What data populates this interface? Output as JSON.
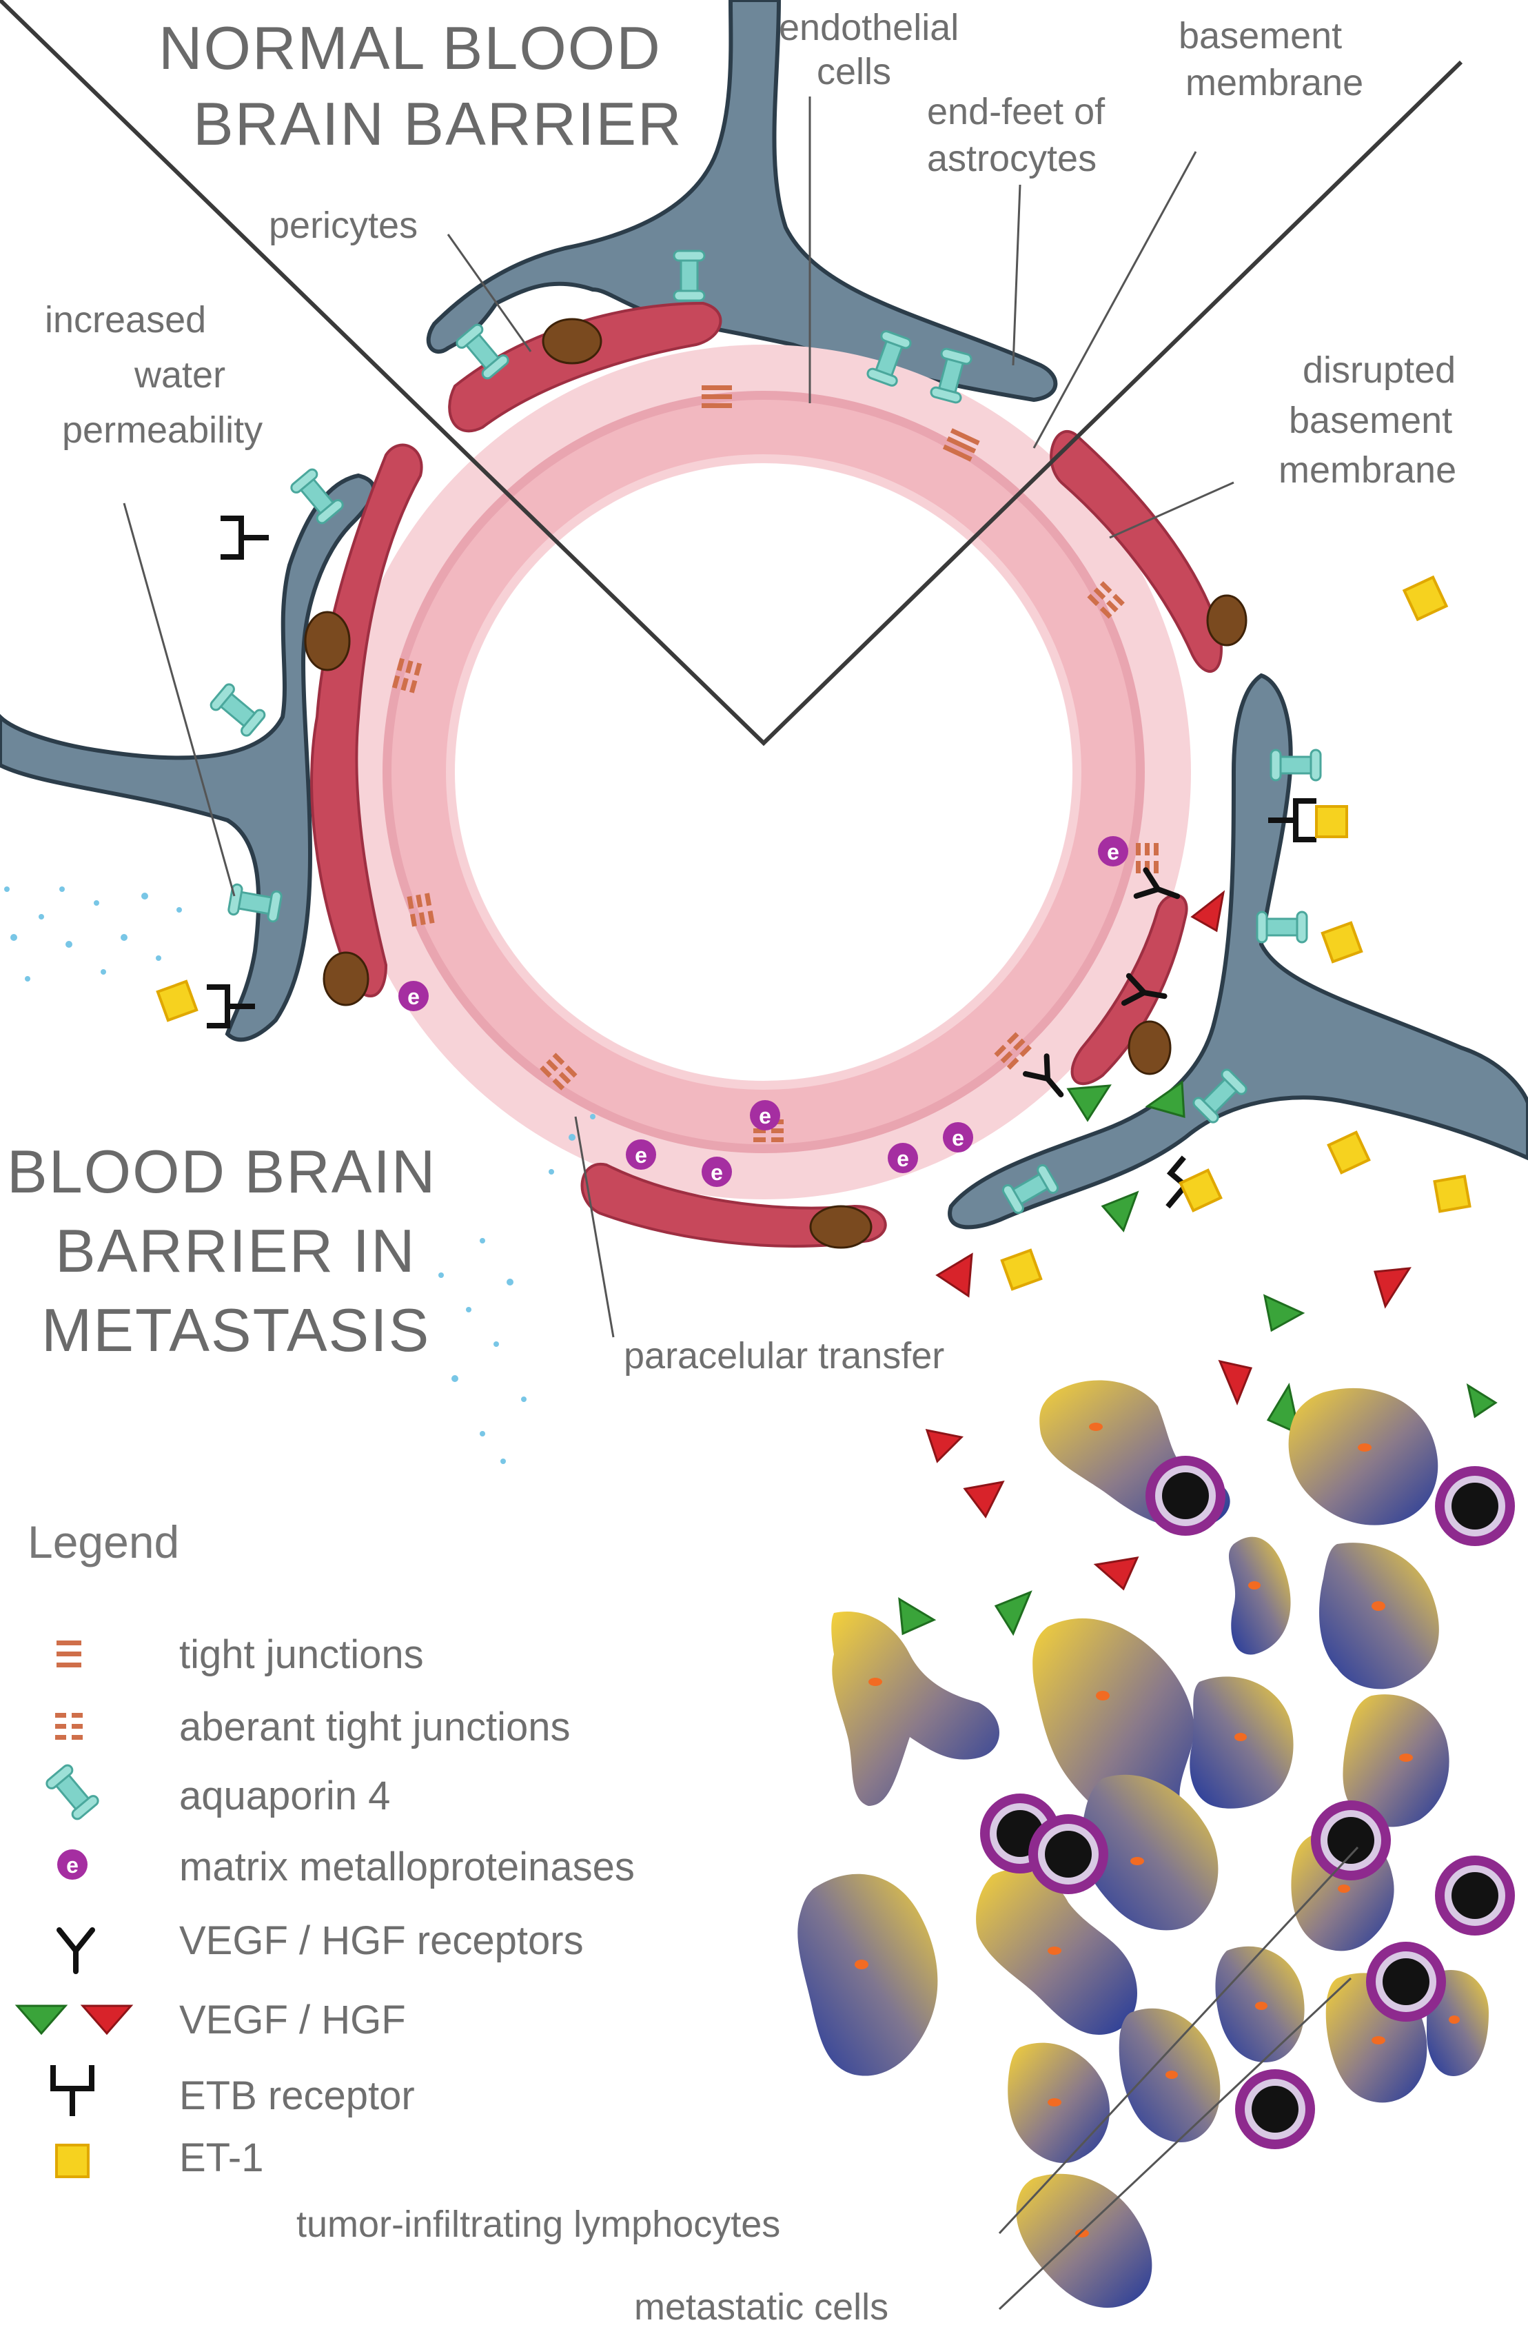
{
  "titles": {
    "normal_line1": "NORMAL BLOOD",
    "normal_line2": "BRAIN BARRIER",
    "meta_line1": "BLOOD BRAIN",
    "meta_line2": "BARRIER IN",
    "meta_line3": "METASTASIS"
  },
  "labels": {
    "endothelial_1": "endothelial",
    "endothelial_2": "cells",
    "basement_1": "basement",
    "basement_2": "membrane",
    "endfeet_1": "end-feet of",
    "endfeet_2": "astrocytes",
    "pericytes": "pericytes",
    "water_1": "increased",
    "water_2": "water",
    "water_3": "permeability",
    "disrupted_1": "disrupted",
    "disrupted_2": "basement",
    "disrupted_3": "membrane",
    "paracellular": "paracelular transfer",
    "til": "tumor-infiltrating lymphocytes",
    "metastatic": "metastatic cells"
  },
  "legend": {
    "heading": "Legend",
    "items": [
      {
        "icon": "tight-junction-icon",
        "label": "tight junctions"
      },
      {
        "icon": "aberrant-tight-junction-icon",
        "label": "aberant tight junctions"
      },
      {
        "icon": "aquaporin-icon",
        "label": "aquaporin 4"
      },
      {
        "icon": "mmp-icon",
        "label": "matrix metalloproteinases"
      },
      {
        "icon": "vegf-receptor-icon",
        "label": "VEGF / HGF receptors"
      },
      {
        "icon": "vegf-hgf-triangles-icon",
        "label": "VEGF / HGF"
      },
      {
        "icon": "etb-receptor-icon",
        "label": "ETB receptor"
      },
      {
        "icon": "et1-square-icon",
        "label": "ET-1"
      }
    ]
  },
  "colors": {
    "astrocyte": "#6e8799",
    "pericyte": "#c7485b",
    "endothelium": "#f2b8c0",
    "basement": "#f7d3d8",
    "aquaporin": "#7fd3c9",
    "junction": "#cf6f4a",
    "mmp": "#a52ea1",
    "vegf": "#3aa43a",
    "hgf": "#d8232a",
    "et1": "#f6d21f",
    "tumor_dark": "#2c3f9a",
    "tumor_light": "#f2cf3a",
    "lymphocyte_ring": "#8e2a8e"
  }
}
